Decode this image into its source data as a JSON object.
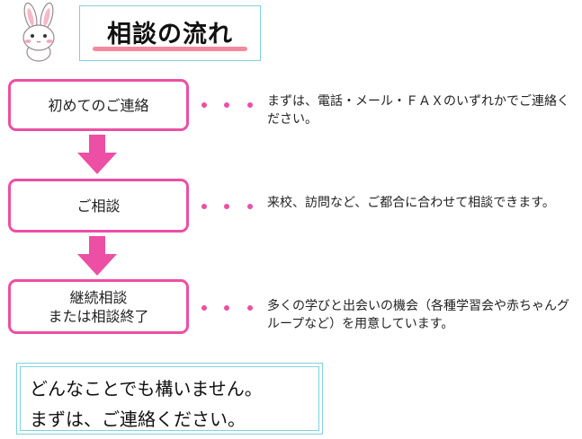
{
  "header": {
    "title": "相談の流れ"
  },
  "steps": [
    {
      "label": "初めてのご連絡",
      "description": "まずは、電話・メール・ＦＡＸのいずれかでご連絡ください。"
    },
    {
      "label": "ご相談",
      "description": "来校、訪問など、ご都合に合わせて相談できます。"
    },
    {
      "label_line1": "継続相談",
      "label_line2": "または相談終了",
      "description": "多くの学びと出会いの機会（各種学習会や赤ちゃんグループなど）を用意しています。"
    }
  ],
  "message": {
    "line1": "どんなことでも構いません。",
    "line2": "まずは、ご連絡ください。"
  },
  "colors": {
    "accent_pink": "#ec4fa3",
    "frame_cyan": "#7fd1dc",
    "underline_pink": "#f58a9c"
  },
  "icons": {
    "mascot": "rabbit-icon",
    "flow_arrow": "arrow-down-icon"
  }
}
